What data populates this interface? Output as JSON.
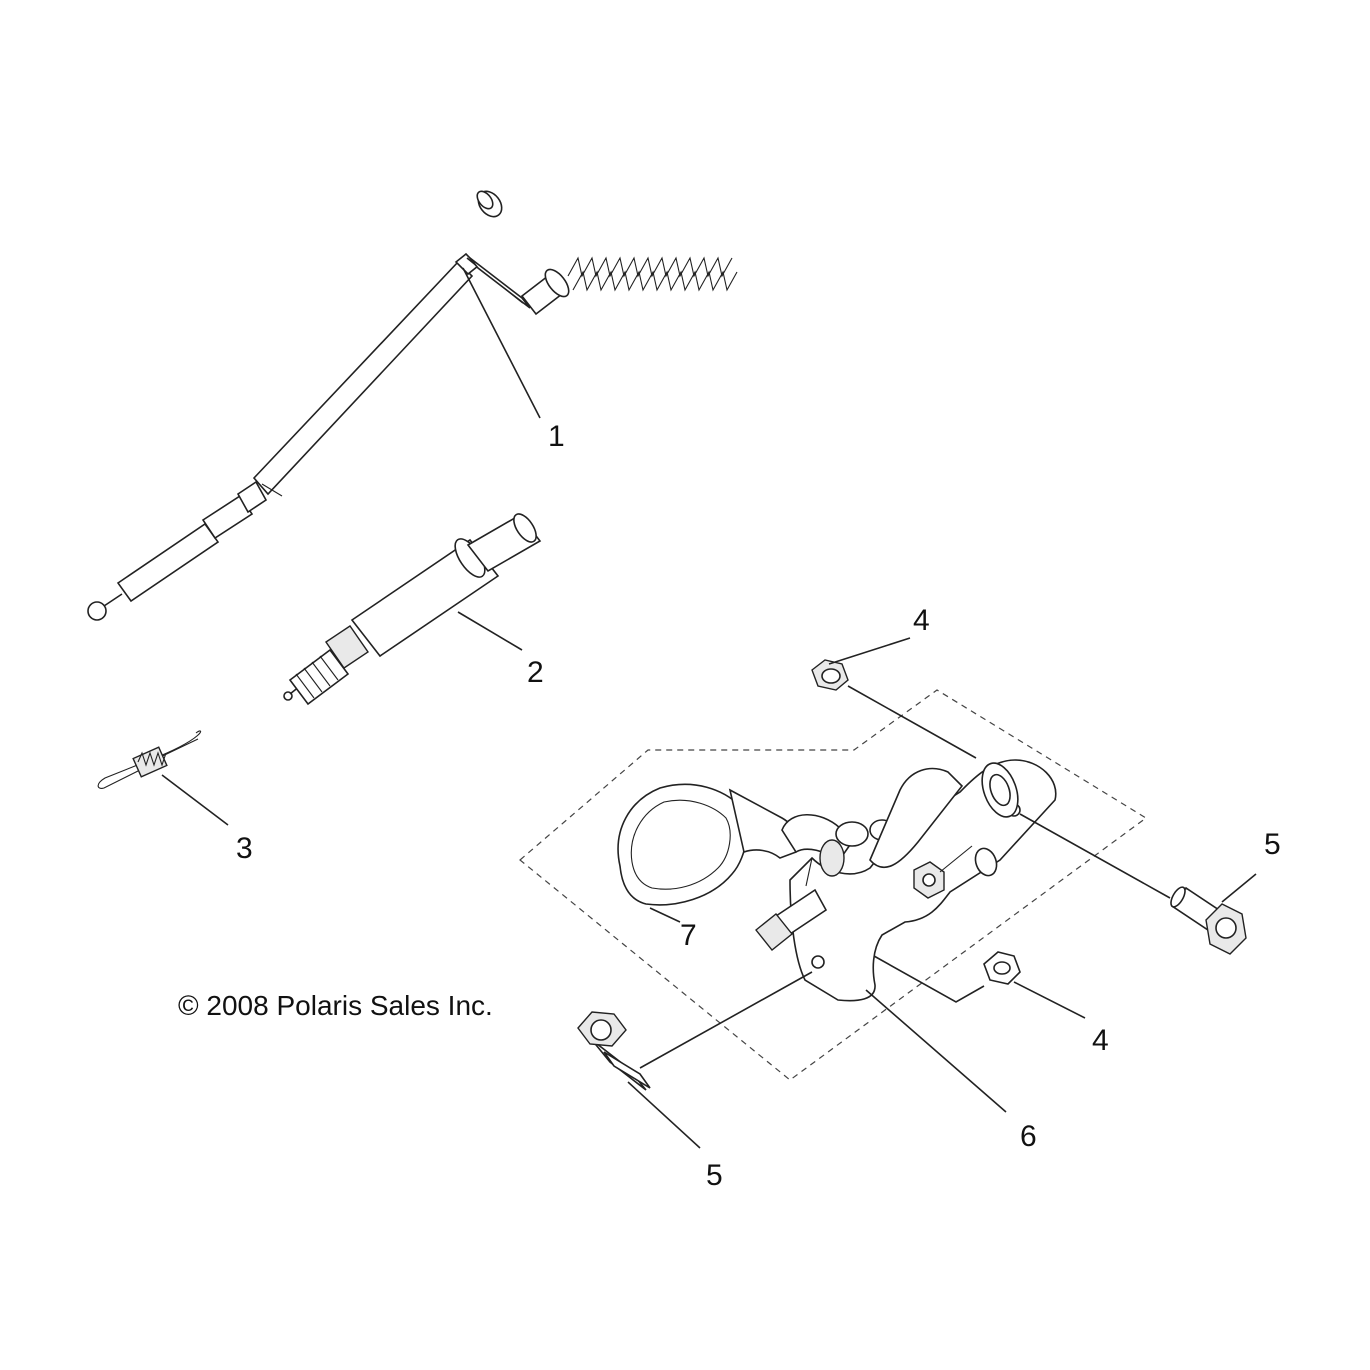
{
  "copyright": "© 2008 Polaris Sales Inc.",
  "callouts": {
    "c1": "1",
    "c2": "2",
    "c3": "3",
    "c4a": "4",
    "c4b": "4",
    "c5a": "5",
    "c5b": "5",
    "c6": "6",
    "c7": "7"
  }
}
